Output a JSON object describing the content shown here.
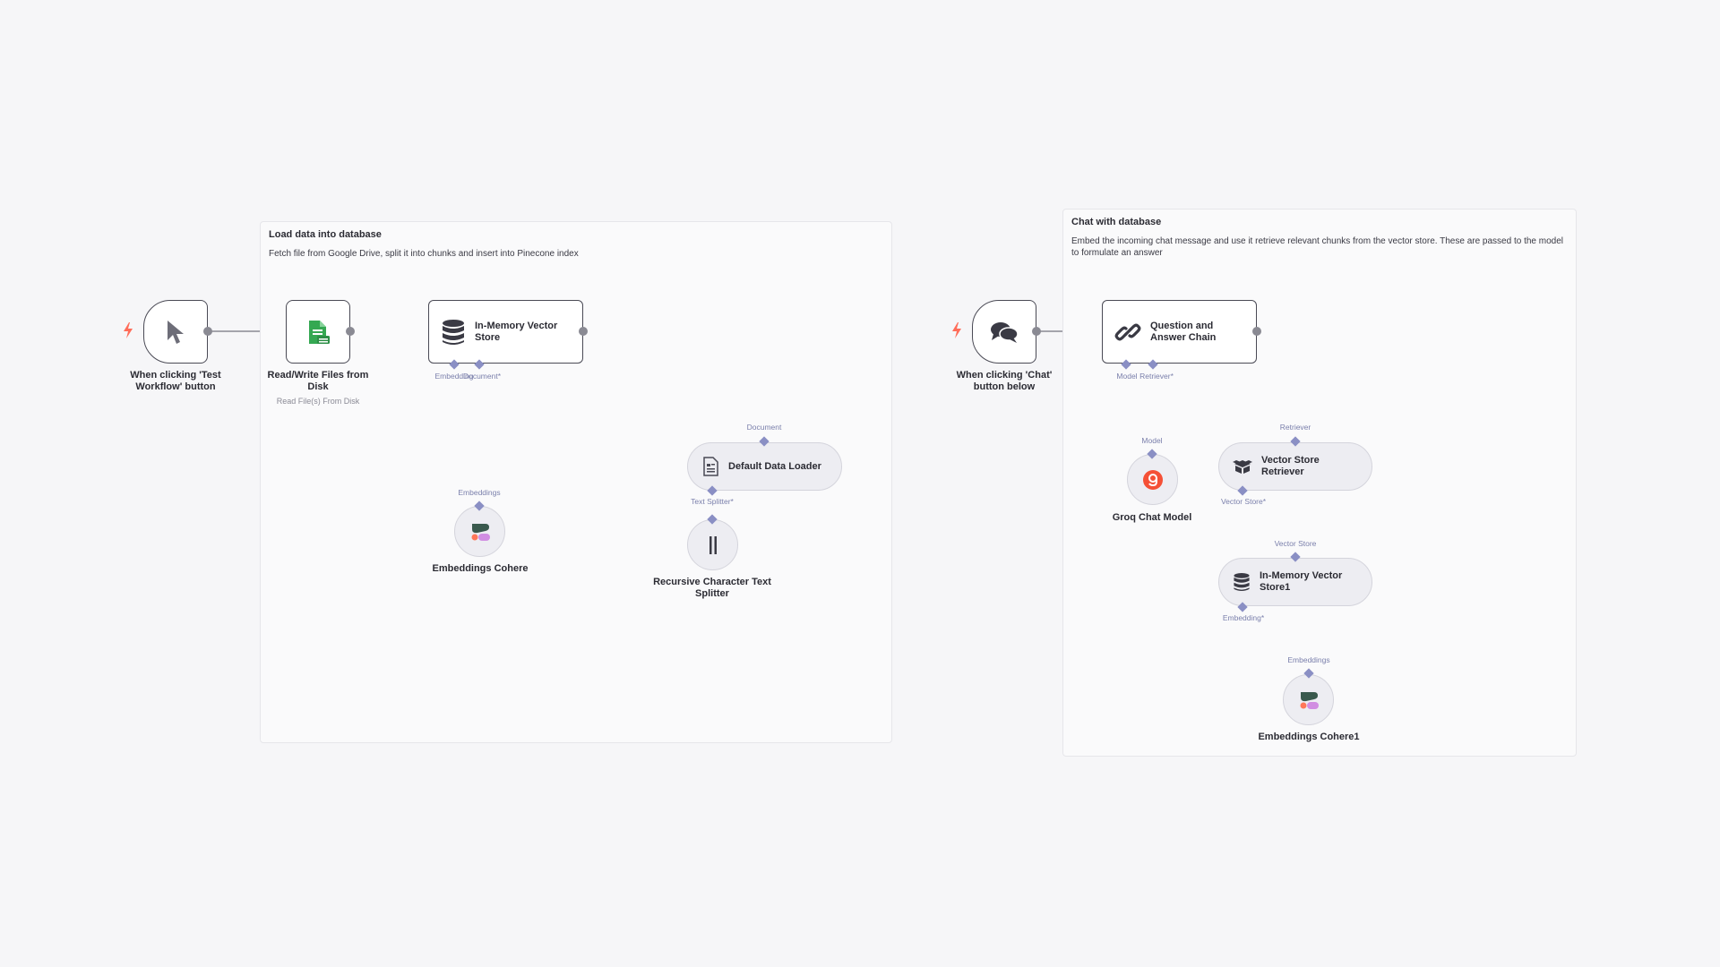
{
  "groups": [
    {
      "id": "load",
      "title": "Load data into database",
      "description": "Fetch file from Google Drive, split it into chunks and insert into Pinecone index"
    },
    {
      "id": "chat",
      "title": "Chat with database",
      "description": "Embed the incoming chat message and use it retrieve relevant chunks from the vector store. These are passed to the model to formulate an answer"
    }
  ],
  "nodes": {
    "manual_trigger": {
      "caption": "When clicking 'Test Workflow' button",
      "icon": "cursor-icon"
    },
    "read_files": {
      "caption": "Read/Write Files from Disk",
      "subtitle": "Read File(s) From Disk",
      "icon": "file-icon"
    },
    "vector_store_insert": {
      "label": "In-Memory Vector Store",
      "icon": "database-icon",
      "ports": {
        "embedding": "Embedding",
        "document": "Document*"
      }
    },
    "default_loader": {
      "label": "Default Data Loader",
      "icon": "document-icon",
      "input_port": "Document",
      "output_port": "Text Splitter*"
    },
    "embeddings_cohere": {
      "caption": "Embeddings Cohere",
      "input_port": "Embeddings",
      "icon": "cohere-icon"
    },
    "text_splitter": {
      "caption": "Recursive Character Text Splitter",
      "icon": "splitter-icon"
    },
    "chat_trigger": {
      "caption": "When clicking 'Chat' button below",
      "icon": "chat-icon"
    },
    "qa_chain": {
      "label": "Question and Answer Chain",
      "icon": "chain-link-icon",
      "ports": {
        "model": "Model",
        "retriever": "Retriever*"
      }
    },
    "groq_model": {
      "caption": "Groq Chat Model",
      "input_port": "Model",
      "icon": "groq-icon"
    },
    "vs_retriever": {
      "label": "Vector Store Retriever",
      "input_port": "Retriever",
      "output_port": "Vector Store*",
      "icon": "retriever-icon"
    },
    "vector_store_1": {
      "label": "In-Memory Vector Store1",
      "input_port": "Vector Store",
      "output_port": "Embedding*",
      "icon": "database-icon"
    },
    "embeddings_cohere_1": {
      "caption": "Embeddings Cohere1",
      "input_port": "Embeddings",
      "icon": "cohere-icon"
    }
  },
  "colors": {
    "canvas": "#f6f6f8",
    "edge": "#8a8a93",
    "port": "#8a8fc4",
    "trigger": "#ff6d5a",
    "groq": "#f55036",
    "file_green": "#35a852"
  }
}
